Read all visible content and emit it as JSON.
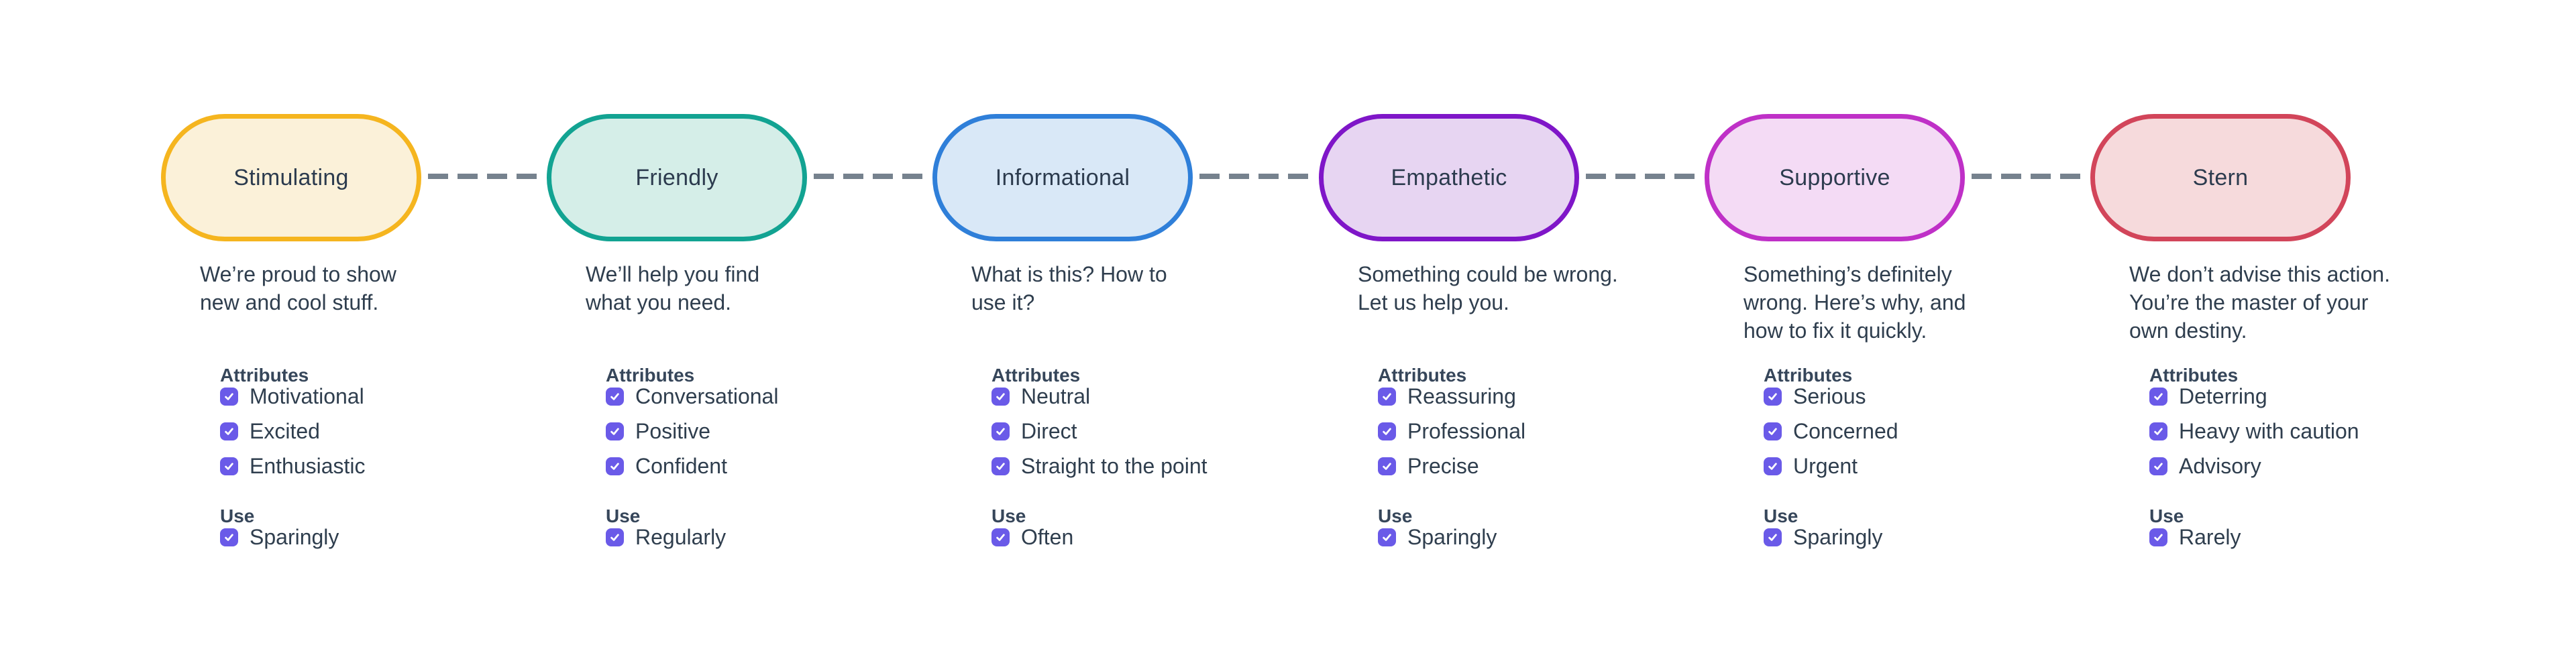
{
  "labels": {
    "attributes": "Attributes",
    "use": "Use"
  },
  "colors": {
    "background": "#FFFFFF",
    "checkbox": "#6A5AE8",
    "connector_dash": "#76828E",
    "text": "#2F3E4E",
    "heading": "#36465A",
    "pill_text": "#2C3B4E"
  },
  "tones": [
    {
      "name": "Stimulating",
      "description": "We’re proud to show\nnew and cool stuff.",
      "attributes": [
        "Motivational",
        "Excited",
        "Enthusiastic"
      ],
      "use": "Sparingly",
      "colors": {
        "border": "#F5B51F",
        "fill": "#FBF1D9"
      }
    },
    {
      "name": "Friendly",
      "description": "We’ll help you find\nwhat you need.",
      "attributes": [
        "Conversational",
        "Positive",
        "Confident"
      ],
      "use": "Regularly",
      "colors": {
        "border": "#12A392",
        "fill": "#D5EEE8"
      }
    },
    {
      "name": "Informational",
      "description": "What is this? How to\nuse it?",
      "attributes": [
        "Neutral",
        "Direct",
        "Straight to the point"
      ],
      "use": "Often",
      "colors": {
        "border": "#2F7FD9",
        "fill": "#D9E8F7"
      }
    },
    {
      "name": "Empathetic",
      "description": "Something could be wrong.\nLet us help you.",
      "attributes": [
        "Reassuring",
        "Professional",
        "Precise"
      ],
      "use": "Sparingly",
      "colors": {
        "border": "#7F16C8",
        "fill": "#E7D5F2"
      }
    },
    {
      "name": "Supportive",
      "description": "Something’s definitely\nwrong. Here’s why, and\nhow to fix it quickly.",
      "attributes": [
        "Serious",
        "Concerned",
        "Urgent"
      ],
      "use": "Sparingly",
      "colors": {
        "border": "#BF30C7",
        "fill": "#F4DBF5"
      }
    },
    {
      "name": "Stern",
      "description": "We don’t advise this action.\nYou’re the master of your\nown destiny.",
      "attributes": [
        "Deterring",
        "Heavy with caution",
        "Advisory"
      ],
      "use": "Rarely",
      "colors": {
        "border": "#D2455A",
        "fill": "#F6DADC"
      }
    }
  ]
}
